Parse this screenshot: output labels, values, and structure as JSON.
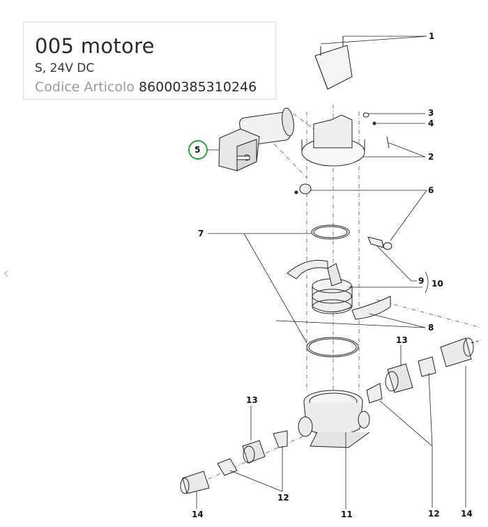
{
  "header": {
    "title": "005  motore",
    "subtitle": "S, 24V DC",
    "code_label": "Codice Articolo",
    "code_value": "86000385310246"
  },
  "navigation": {
    "prev_icon": "chevron-left-icon",
    "prev_glyph": "‹"
  },
  "highlight": {
    "selected_part": "5",
    "color": "#22a63a"
  },
  "callouts": {
    "c1": "1",
    "c2": "2",
    "c3": "3",
    "c4": "4",
    "c5": "5",
    "c6": "6",
    "c7": "7",
    "c8": "8",
    "c9": "9",
    "c10": "10",
    "c11": "11",
    "c12a": "12",
    "c12b": "12",
    "c13a": "13",
    "c13b": "13",
    "c14a": "14",
    "c14b": "14"
  }
}
